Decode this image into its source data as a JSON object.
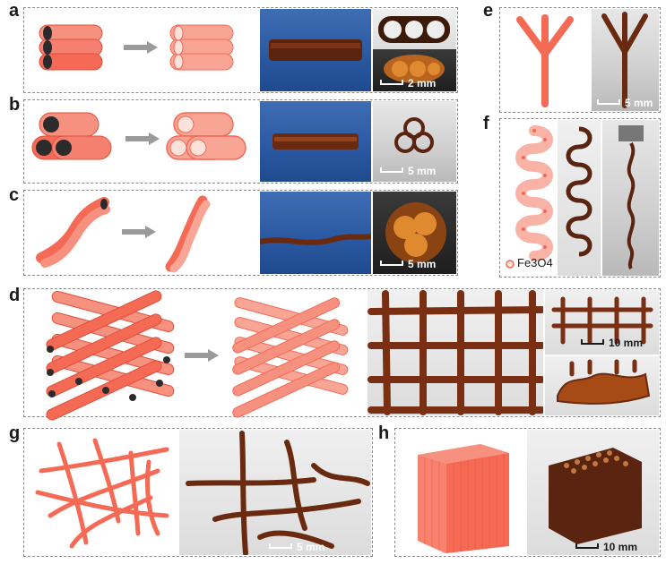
{
  "panels": {
    "a": {
      "label": "a",
      "scale": "2 mm"
    },
    "b": {
      "label": "b",
      "scale": "5 mm"
    },
    "c": {
      "label": "c",
      "scale": "5 mm"
    },
    "d": {
      "label": "d",
      "scale": "10 mm"
    },
    "e": {
      "label": "e",
      "scale": "5 mm"
    },
    "f": {
      "label": "f",
      "scale": "",
      "annotation": "Fe3O4"
    },
    "g": {
      "label": "g",
      "scale": "5 mm"
    },
    "h": {
      "label": "h",
      "scale": "10 mm"
    }
  },
  "colors": {
    "tube_fill": "#f46a55",
    "tube_light": "#f9a595",
    "tube_core": "#2b2b2b",
    "arrow": "#9a9a9a",
    "amber": "#7a2e12",
    "frame": "#8a8a8a"
  }
}
